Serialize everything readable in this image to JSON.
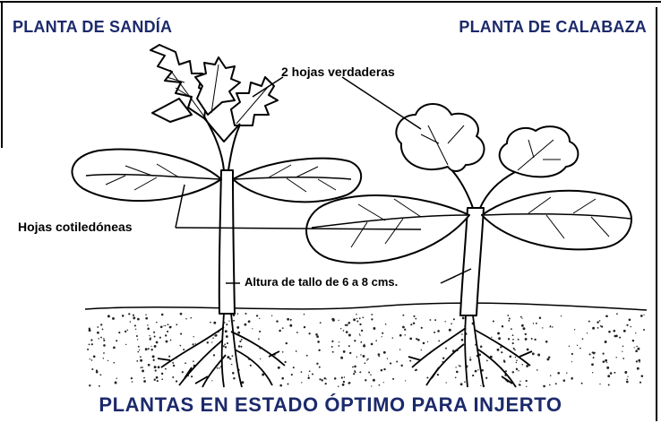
{
  "titles": {
    "left_plant": "PLANTA DE SANDÍA",
    "right_plant": "PLANTA DE CALABAZA",
    "bottom": "PLANTAS EN ESTADO ÓPTIMO PARA INJERTO"
  },
  "labels": {
    "true_leaves": "2 hojas verdaderas",
    "cotyledons": "Hojas cotiledóneas",
    "stem_height": "Altura de tallo de 6 a 8 cms."
  },
  "colors": {
    "title_color": "#1c2a6b",
    "frame_color": "#000000"
  }
}
